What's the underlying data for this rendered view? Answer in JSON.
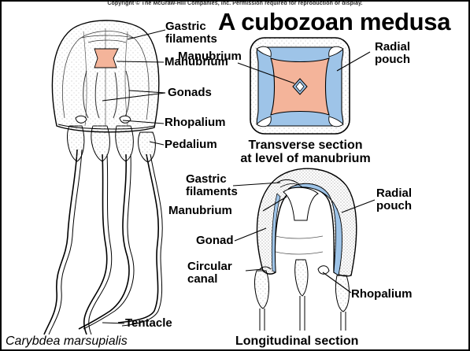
{
  "header": {
    "copyright": "Copyright © The McGraw-Hill Companies, Inc. Permission required for reproduction or display.",
    "title": "A cubozoan medusa"
  },
  "whole_animal": {
    "labels": {
      "gastric_filaments_1": "Gastric",
      "gastric_filaments_2": "filaments",
      "manubrium": "Manubrium",
      "gonads": "Gonads",
      "rhopalium": "Rhopalium",
      "pedalium": "Pedalium",
      "tentacle": "Tentacle"
    },
    "caption": "Carybdea marsupialis"
  },
  "transverse_section": {
    "labels": {
      "manubrium": "Manubrium",
      "radial_pouch_1": "Radial",
      "radial_pouch_2": "pouch"
    },
    "caption_1": "Transverse section",
    "caption_2": "at level of manubrium"
  },
  "longitudinal_section": {
    "labels": {
      "gastric_filaments_1": "Gastric",
      "gastric_filaments_2": "filaments",
      "manubrium": "Manubrium",
      "gonad": "Gonad",
      "circular_canal_1": "Circular",
      "circular_canal_2": "canal",
      "radial_pouch_1": "Radial",
      "radial_pouch_2": "pouch",
      "rhopalium": "Rhopalium"
    },
    "caption": "Longitudinal section"
  },
  "colors": {
    "manubrium_pink": "#f4b49a",
    "pouch_blue": "#9ec4e8",
    "outline": "#000000"
  }
}
